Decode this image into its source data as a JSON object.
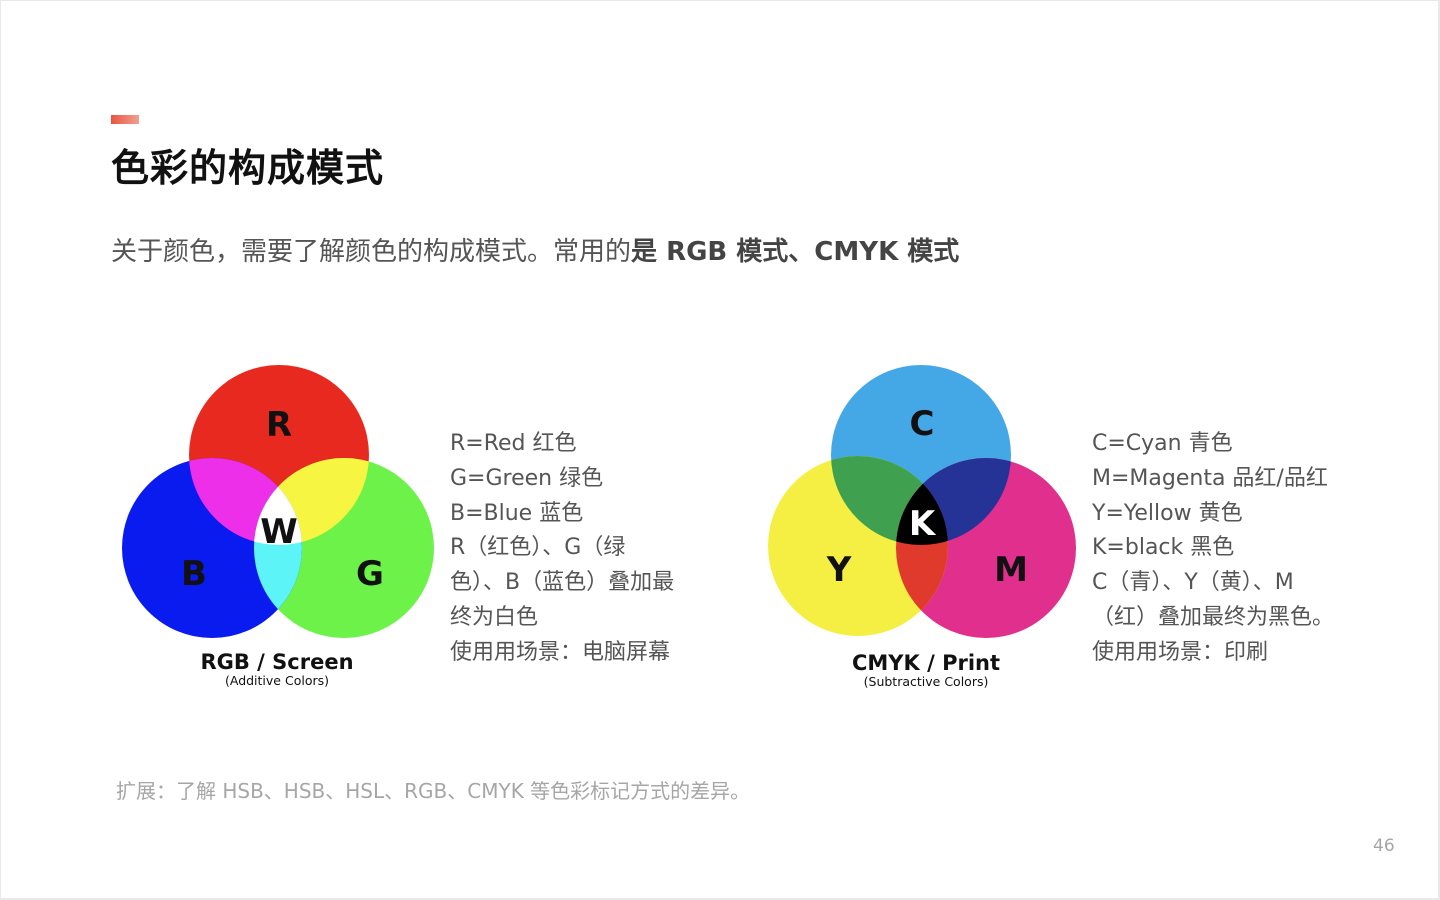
{
  "slide": {
    "title": "色彩的构成模式",
    "subtitle_plain": "关于颜色，需要了解颜色的构成模式。常用的",
    "subtitle_bold": "是 RGB 模式、CMYK 模式",
    "footnote": "扩展：了解 HSB、HSB、HSL、RGB、CMYK 等色彩标记方式的差异。",
    "page_number": "46",
    "accent_color": "#e8553f"
  },
  "rgb": {
    "labels": {
      "r": "R",
      "g": "G",
      "b": "B",
      "w": "W"
    },
    "caption_main": "RGB / Screen",
    "caption_sub": "(Additive Colors)",
    "colors": {
      "red": "#e8291f",
      "green": "#6cf249",
      "blue": "#0a1bf0",
      "red_green": "#f5f542",
      "red_blue": "#ee2fea",
      "green_blue": "#5cf4f7",
      "white": "#ffffff"
    },
    "description": [
      "R=Red 红色",
      "G=Green 绿色",
      "B=Blue 蓝色",
      "R（红色）、G（绿",
      "色）、B（蓝色）叠加最",
      "终为白色",
      "使用用场景：电脑屏幕"
    ]
  },
  "cmyk": {
    "labels": {
      "c": "C",
      "m": "M",
      "y": "Y",
      "k": "K"
    },
    "caption_main": "CMYK / Print",
    "caption_sub": "(Subtractive Colors)",
    "colors": {
      "cyan": "#45a8e6",
      "magenta": "#e12f8e",
      "yellow": "#f6ef43",
      "cyan_yellow": "#3fa150",
      "cyan_magenta": "#253397",
      "magenta_yellow": "#df3a2c",
      "black": "#000000"
    },
    "description": [
      "C=Cyan 青色",
      "M=Magenta 品红/品红",
      "Y=Yellow 黄色",
      "K=black 黑色",
      "C（青）、Y（黄）、M",
      "（红）叠加最终为黑色。",
      "使用用场景：印刷"
    ]
  }
}
